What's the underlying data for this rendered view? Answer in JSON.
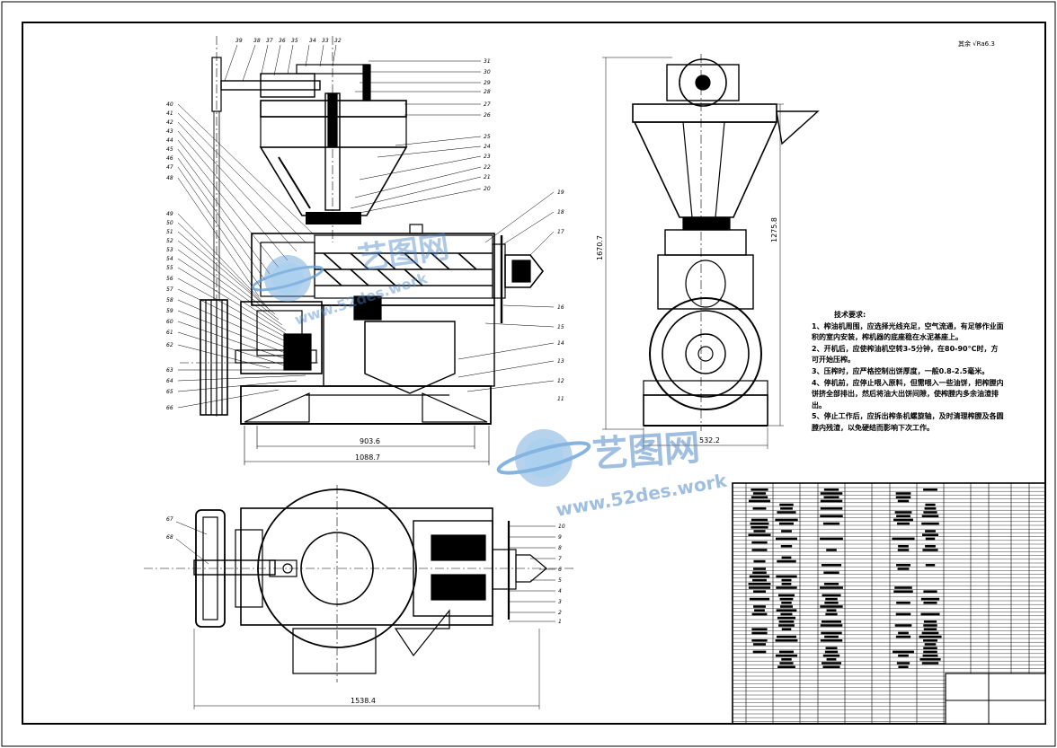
{
  "roughness": "其余 √Ra6.3",
  "dimensions": {
    "front_width_inner": "903.6",
    "front_width_outer": "1088.7",
    "side_height_total": "1670.7",
    "side_height_hopper": "1275.8",
    "side_width": "532.2",
    "plan_width": "1538.4"
  },
  "balloons_front_left": [
    "40",
    "41",
    "42",
    "43",
    "44",
    "45",
    "46",
    "47",
    "48",
    "49",
    "50",
    "51",
    "52",
    "53",
    "54",
    "55",
    "56",
    "57",
    "58",
    "59",
    "60",
    "61",
    "62",
    "63",
    "64",
    "65",
    "66"
  ],
  "balloons_front_top": [
    "39",
    "38",
    "37",
    "36",
    "35",
    "34",
    "33",
    "32"
  ],
  "balloons_front_right": [
    "31",
    "30",
    "29",
    "28",
    "27",
    "26",
    "25",
    "24",
    "23",
    "22",
    "21",
    "20",
    "19",
    "18",
    "17",
    "16",
    "15",
    "14",
    "13",
    "12",
    "11"
  ],
  "balloons_plan_left": [
    "67",
    "68"
  ],
  "balloons_plan_right": [
    "10",
    "9",
    "8",
    "7",
    "6",
    "5",
    "4",
    "3",
    "2",
    "1"
  ],
  "tech_requirements": {
    "title": "技术要求:",
    "items": [
      "1、榨油机周围，应选择光线充足，空气流通，有足够作业面积的室内安装，榨机器的底座稳在水泥基座上。",
      "2、开机后，应使榨油机空转3-5分钟，在80-90°C时，方可开始压榨。",
      "3、压榨时，应严格控制出饼厚度，一般0.8-2.5毫米。",
      "4、停机前，应停止喂入原料，但需喂入一些油饼，把榨膛内饼挤全部排出，然后将油大出饼间隙，使榨膛内多余油渣排出。",
      "5、停止工作后，应拆出榨条机螺旋轴，及时清理榨膛及各圆膛内残渣，以免硬结而影响下次工作。"
    ]
  },
  "watermark": {
    "brand": "艺图网",
    "url": "www.52des.work"
  }
}
